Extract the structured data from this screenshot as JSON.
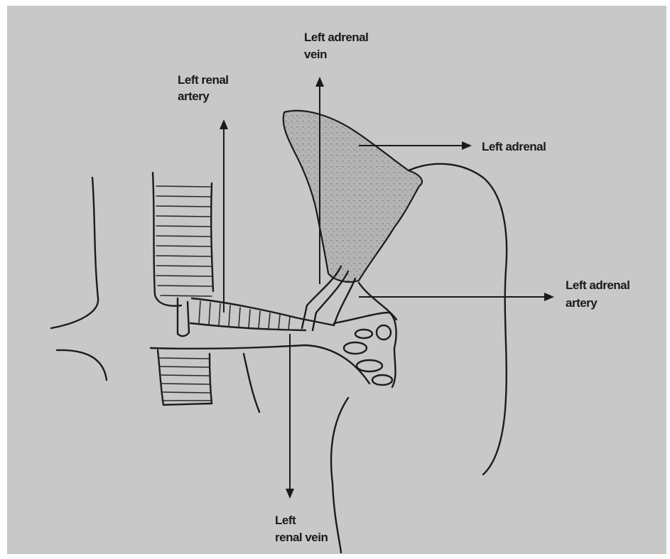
{
  "labels": {
    "left_adrenal_vein_1": "Left adrenal",
    "left_adrenal_vein_2": "vein",
    "left_renal_artery_1": "Left renal",
    "left_renal_artery_2": "artery",
    "left_adrenal": "Left adrenal",
    "left_adrenal_artery_1": "Left adrenal",
    "left_adrenal_artery_2": "artery",
    "left_renal_vein_1": "Left",
    "left_renal_vein_2": "renal vein"
  },
  "colors": {
    "background": "#c8c8c8",
    "border": "#ffffff",
    "ink": "#1c1c1c",
    "adrenal_fill": "#a9a9a9"
  }
}
